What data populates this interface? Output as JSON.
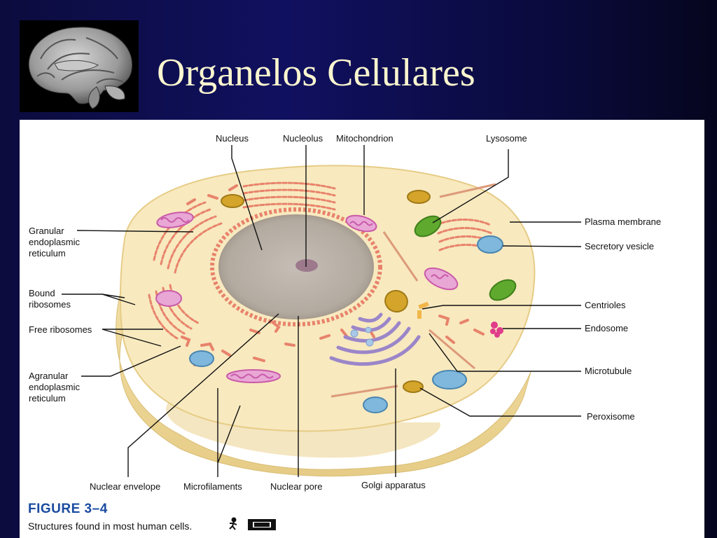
{
  "slide": {
    "title": "Organelos Celulares"
  },
  "figure": {
    "number": "FIGURE 3–4",
    "caption": "Structures found in most human cells.",
    "labels": {
      "nucleus": "Nucleus",
      "nucleolus": "Nucleolus",
      "mitochondrion": "Mitochondrion",
      "lysosome": "Lysosome",
      "plasma_membrane": "Plasma membrane",
      "secretory_vesicle": "Secretory vesicle",
      "centrioles": "Centrioles",
      "endosome": "Endosome",
      "microtubule": "Microtubule",
      "peroxisome": "Peroxisome",
      "granular_er": [
        "Granular",
        "endoplasmic",
        "reticulum"
      ],
      "bound_ribosomes": [
        "Bound",
        "ribosomes"
      ],
      "free_ribosomes": "Free ribosomes",
      "agranular_er": [
        "Agranular",
        "endoplasmic",
        "reticulum"
      ],
      "nuclear_envelope": "Nuclear envelope",
      "microfilaments": "Microfilaments",
      "nuclear_pore": "Nuclear pore",
      "golgi_apparatus": "Golgi apparatus"
    }
  },
  "colors": {
    "title_text": "#fbf6cf",
    "cytoplasm": "#f8e9bf",
    "cell_edge": "#e9d08c",
    "nucleus": "#bdb4aa",
    "er": "#e8836b",
    "mitochondria": "#d977b8",
    "golgi": "#9b86c9",
    "lysosome": "#5faa2e",
    "vesicle": "#7fb8dc",
    "peroxisome": "#d4a52a",
    "figure_label": "#1a4ba0"
  }
}
